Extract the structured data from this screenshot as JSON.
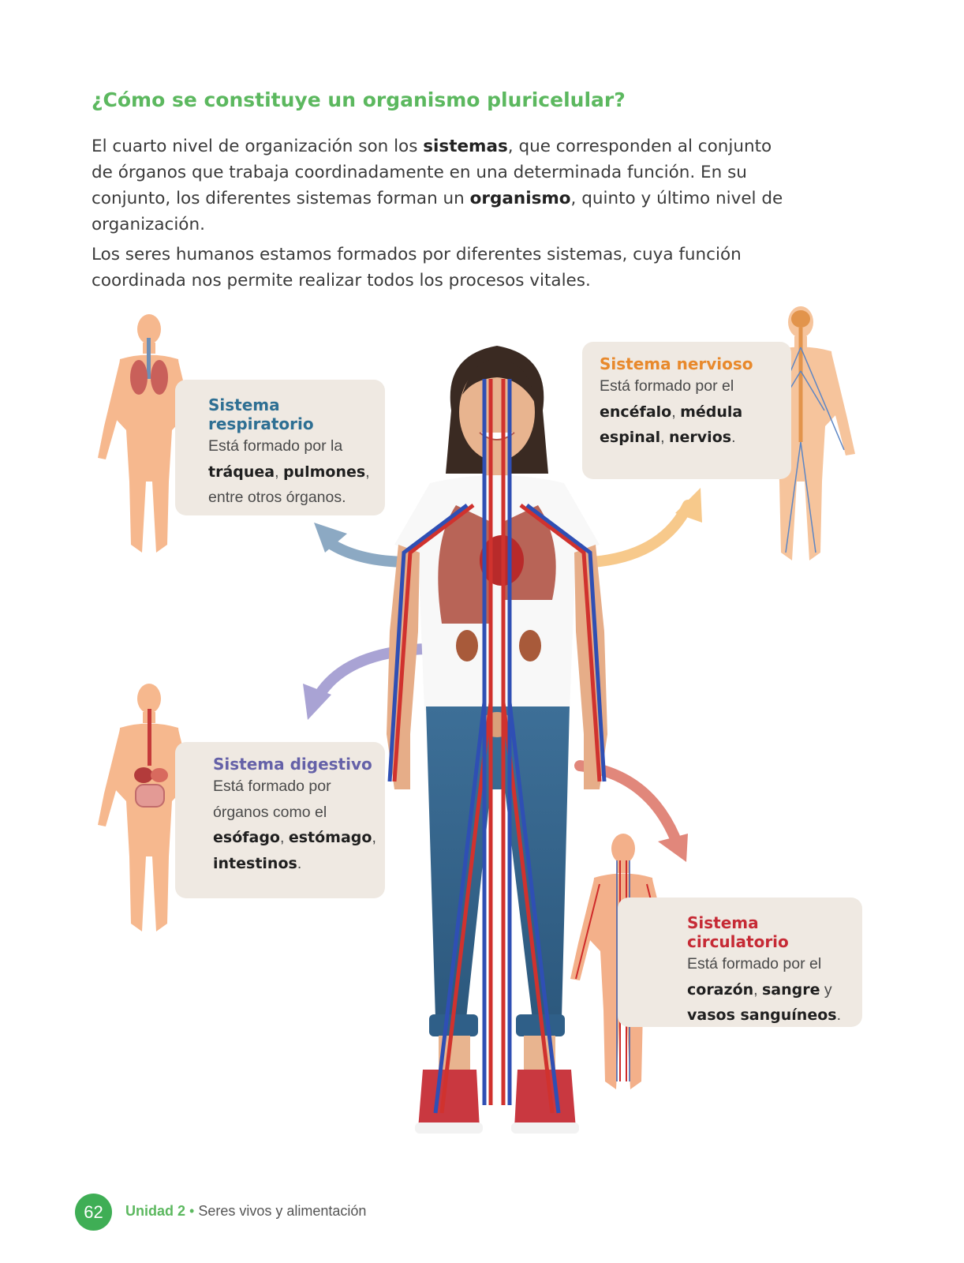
{
  "heading": "¿Cómo se constituye un organismo pluricelular?",
  "intro": {
    "p1": [
      "El cuarto nivel de organización son los ",
      "sistemas",
      ", que corresponden al conjunto de órganos que trabaja coordinadamente en una determinada función. En su conjunto, los diferentes sistemas forman un ",
      "organismo",
      ", quinto y último nivel de organización."
    ],
    "p2": "Los seres humanos estamos formados por diferentes sistemas, cuya función coordinada nos permite realizar todos los procesos vitales."
  },
  "systems": {
    "respiratorio": {
      "title": "Sistema respiratorio",
      "t1": "Está formado por la",
      "b1": "tráquea",
      "s1": ", ",
      "b2": "pulmones",
      "s2": ",",
      "t2": "entre otros órganos.",
      "color": "#2e6f93"
    },
    "nervioso": {
      "title": "Sistema nervioso",
      "t1": "Está formado por el",
      "b1": "encéfalo",
      "s1": ", ",
      "b2": "médula",
      "b3": "espinal",
      "s2": ", ",
      "b4": "nervios",
      "s3": ".",
      "color": "#e8892c"
    },
    "digestivo": {
      "title": "Sistema digestivo",
      "t1": "Está formado por",
      "t2": "órganos como el",
      "b1": "esófago",
      "s1": ", ",
      "b2": "estómago",
      "s2": ",",
      "b3": "intestinos",
      "s3": ".",
      "color": "#6561a8"
    },
    "circulatorio": {
      "title": "Sistema circulatorio",
      "t1": "Está formado por el",
      "b1": "corazón",
      "s1": ", ",
      "b2": "sangre",
      "t2": " y",
      "b3": "vasos sanguíneos",
      "s2": ".",
      "color": "#c62a35"
    }
  },
  "footer": {
    "page": "62",
    "unit": "Unidad 2",
    "sep": " • ",
    "title": "Seres vivos y alimentación"
  }
}
